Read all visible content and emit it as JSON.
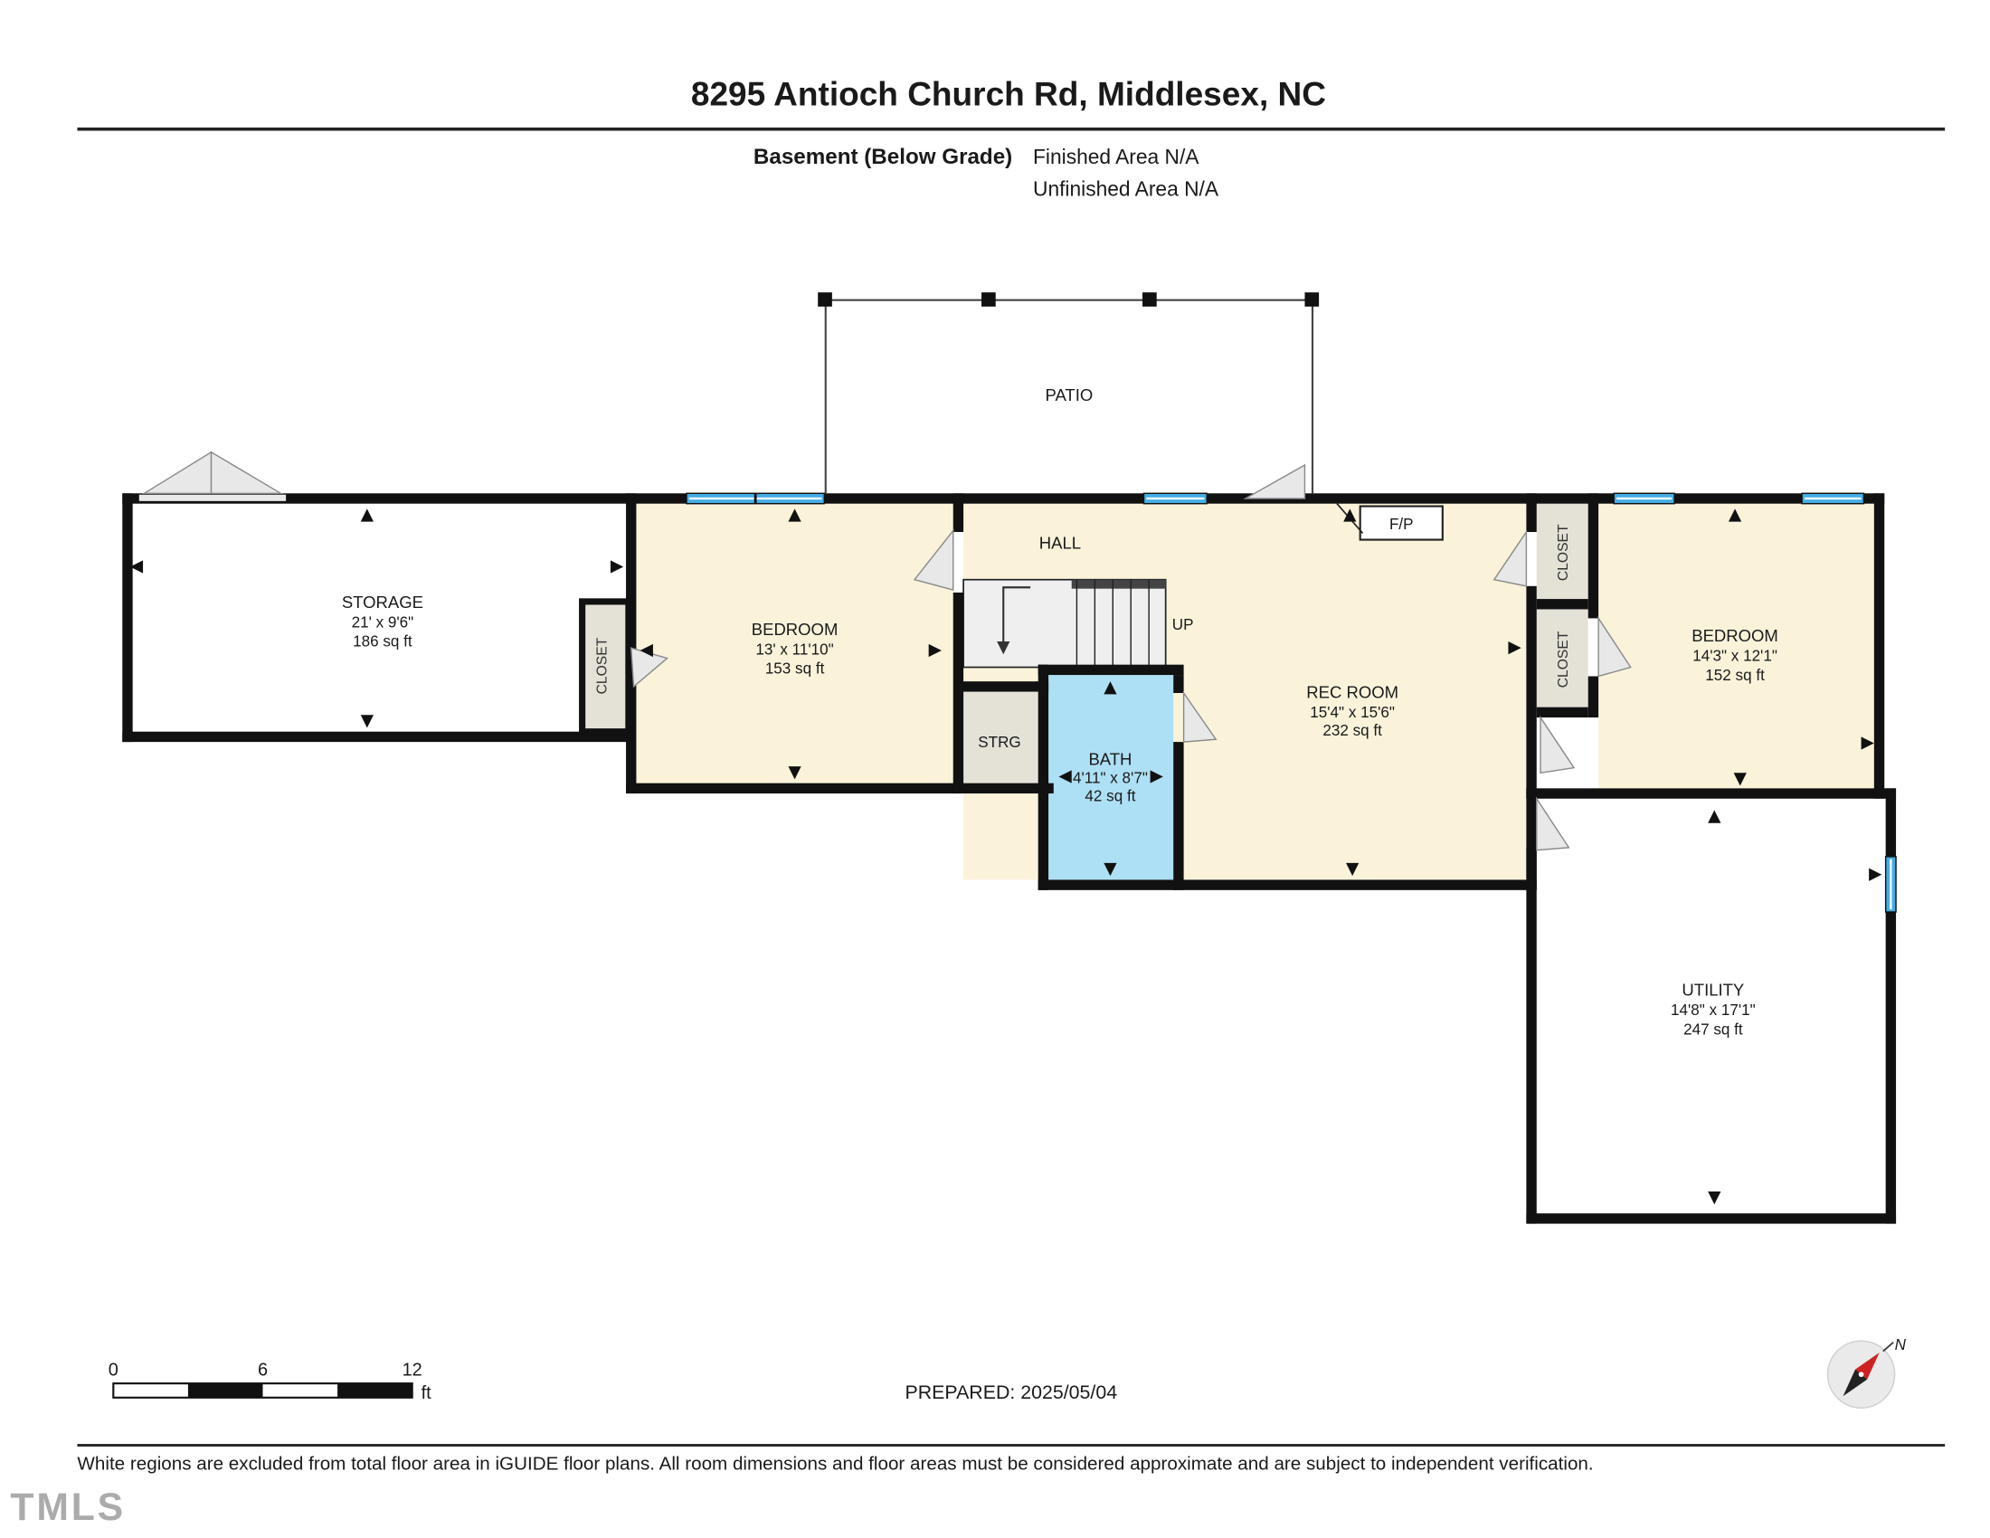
{
  "header": {
    "title": "8295 Antioch Church Rd, Middlesex, NC",
    "floor_label": "Basement (Below Grade)",
    "finished_area": "Finished Area N/A",
    "unfinished_area": "Unfinished Area N/A"
  },
  "rooms": {
    "patio": {
      "name": "PATIO"
    },
    "storage": {
      "name": "STORAGE",
      "dims": "21' x 9'6\"",
      "area": "186 sq ft"
    },
    "closet_left": {
      "name": "CLOSET"
    },
    "bedroom_left": {
      "name": "BEDROOM",
      "dims": "13' x 11'10\"",
      "area": "153 sq ft"
    },
    "hall": {
      "name": "HALL"
    },
    "stairs": {
      "up_label": "UP"
    },
    "strg": {
      "name": "STRG"
    },
    "bath": {
      "name": "BATH",
      "dims": "4'11\" x 8'7\"",
      "area": "42 sq ft"
    },
    "rec_room": {
      "name": "REC ROOM",
      "dims": "15'4\" x 15'6\"",
      "area": "232 sq ft"
    },
    "fireplace": {
      "name": "F/P"
    },
    "closet_right_top": {
      "name": "CLOSET"
    },
    "closet_right_bottom": {
      "name": "CLOSET"
    },
    "bedroom_right": {
      "name": "BEDROOM",
      "dims": "14'3\" x 12'1\"",
      "area": "152 sq ft"
    },
    "utility": {
      "name": "UTILITY",
      "dims": "14'8\" x 17'1\"",
      "area": "247 sq ft"
    }
  },
  "scale_bar": {
    "tick0": "0",
    "tick6": "6",
    "tick12": "12",
    "unit": "ft"
  },
  "compass": {
    "north_label": "N"
  },
  "footer": {
    "prepared": "PREPARED: 2025/05/04",
    "disclaimer": "White regions are excluded from total floor area in iGUIDE floor plans. All room dimensions and floor areas must be considered approximate and are subject to independent verification.",
    "watermark": "TMLS"
  },
  "colors": {
    "wall": "#111111",
    "room_cream": "#FAF3DA",
    "bath_blue": "#ADE0F4",
    "window_blue": "#45AEE5",
    "closet_gray": "#E4E1D7",
    "stairs_gray": "#EFEFEF"
  }
}
